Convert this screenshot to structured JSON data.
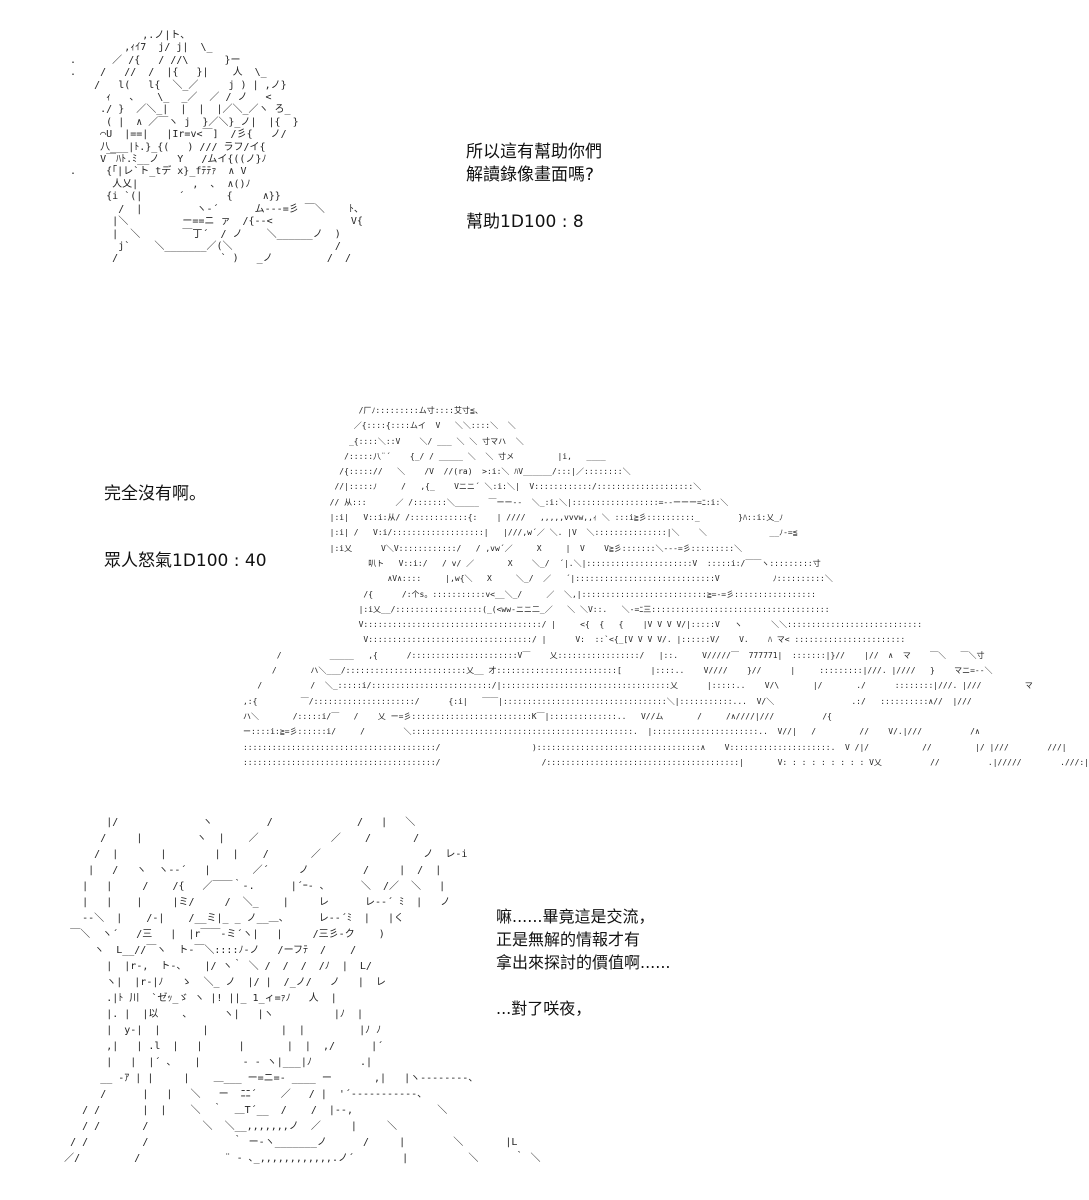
{
  "panel1": {
    "dialog": [
      "所以這有幫助你們",
      "解讀錄像畫面嗎?"
    ],
    "roll": "幫助1D100 : 8",
    "art": [
      "              ,.ノ|ト、",
      "           ,ｨｲ7  j/ j|  \\_",
      "  .      ／ /{   / //\\      }ー",
      "  .    /   //  /  |{   }|    人  \\_",
      "      /   l(   l{  ＼_／     j ) | ,ノ}",
      "        ｨ   、   \\_  _／  ／ / ノ   <",
      "       ./ }  ／＼_|  |  |  |／＼_／ヽ ろ_",
      "        ( |  ∧ ／￣ヽ j  }／＼}_ノ|  |{  }",
      "       ⌒U  |==|   |Ir=v<￣]  /彡{   ノ/",
      "       八___|ﾄ.}_{(   ) /// ラフ/イ{",
      "       V￣ﾊﾄ.ﾐ__ノ   Y   /ムイ{((ノ}ﾉ",
      "  .     {「|レ`ト_tデ x}_fﾃﾃｧ  ∧ V",
      "         人乂|         ,  ､  ∧()ﾉ",
      "        {i `(|      ´       {     ∧}}",
      "          /  |         ヽ-´      ム---=彡 ￣＼    ﾄ、",
      "         |＼         ー==ニ ァ  /{--<             V{",
      "         |  ＼       ￣丁´  / ノ    ＼______ノ  )",
      "          j`    ＼_______／(＼                 /",
      "         /                 ` )   _ノ         /  /"
    ]
  },
  "panel2": {
    "dialog": "完全沒有啊。",
    "roll": "眾人怒氣1D100 : 40",
    "art": [
      "                                   /厂ﾉ:::::::::ム寸::::艾寸≦、",
      "                                  ／{::::{::::ムイ  V   ＼＼::::＼  ＼",
      "                                 _{::::＼::V    ＼/ ___ ＼ ＼ 寸マハ  ＼",
      "                                /:::::八¨´    {_/ / _____ ＼  ＼ 寸メ         |i,   ____",
      "                               /{::::://   ＼    /V  //(ra)  >:i:＼ ﾊV______/:::|／::::::::＼",
      "                              //|:::::ﾉ     /   ,{_    Vニニ´ ＼:i:＼|  V::::::::::::/::::::::::::::::::::＼",
      "                             // 从:::      ／ /:::::::＼_____  ￣ーー--  ＼_:i:＼|::::::::::::::::::=--ーーー=ﾆ:i:＼",
      "                             |:i|   V::i:从/ /::::::::::::{:    | ////   ,,,,,vvvw,,ｨ ＼ :::i≧彡::::::::::_        }ﾊ::i:乂_ﾉ",
      "                             |:i| /   V:i/:::::::::::::::::::|   |///,w´／ ＼. |V  ＼:::::::::::::::|＼    ＼             __ﾉ-=≦",
      "                             |:i乂      V＼V::::::::::::/   / ,vw´／     X     |  V    V≧彡:::::::＼---=彡:::::::::＼",
      "                                     叭ト   V::i:/   / v/ ／       X    ＼_/  ´|.＼|::::::::::::::::::::::V  :::::i:/￣￣ヽ:::::::::寸",
      "                                         ∧V∧::::     |,w{＼   X     ＼_/  ／   ´|:::::::::::::::::::::::::::::V           ﾉ::::::::::＼",
      "                                    /{      /:个s。:::::::::::v<__＼_/     ／  ＼,|::::::::::::::::::::::::::≧=-=彡:::::::::::::::::",
      "                                   |:i乂__/::::::::::::::::::(_(<ww-ニニ二_／   ＼ ＼V::.   ＼-=ﾆ三:::::::::::::::::::::::::::::::::::::",
      "                                   V:::::::::::::::::::::::::::::::::::::/ |     <{  {   {    |V V V V/|:::::V   ヽ      ＼＼::::::::::::::::::::::::::::",
      "                                    V::::::::::::::::::::::::::::::::::/ |      V:  ::`<{_[V V V V/. |::::::V/    V.    ﾊ マ< :::::::::::::::::::::::",
      "                  /          _____   ,{      /::::::::::::::::::::::V￣    乂:::::::::::::::::/   |::.     V/////￣  777771|  :::::::|}//    |//  ∧  マ    ￣＼   ￣＼寸",
      "                 /       ハ＼___/:::::::::::::::::::::::::乂__ 才:::::::::::::::::::::::::[      |::::..    V////    }//      |     :::::::::|///. |////   }    マニ=--＼",
      "              /          /  ＼_:::::i/:::::::::::::::::::::::::/|:::::::::::::::::::::::::::::::::::乂      |:::::..    V/\\       |/       ./      ::::::::|///. |///         マ",
      "           ,:{         ￣/:::::::::::::::::::::/      {:i|   ￣￣|::::::::::::::::::::::::::::::::::＼|:::::::::::...  V/＼                .:/   ::::::::::∧//  |///",
      "           ハ＼       /:::::i/￣   /    乂 ー=彡:::::::::::::::::::::::::K￣|::::::::::::::..   V//ム       /     /∧////|///          /{",
      "           ー::::i:≧=彡::::::i/     /        ＼::::::::::::::::::::::::::::::::::::::::::::::.  |::::::::::::::::::::::..  V//|   /         //    V/.|///          /∧",
      "           ::::::::::::::::::::::::::::::::::::::::/                   )::::::::::::::::::::::::::::::::::∧    V:::::::::::::::::::::.  V /|/           //         |/ |///        ///|",
      "           ::::::::::::::::::::::::::::::::::::::::/                     /::::::::::::::::::::::::::::::::::::::::|       V: : : : : : : : : V乂          //          .|/////        .///:|"
    ]
  },
  "panel3": {
    "dialog": [
      "嘛......畢竟這是交流，",
      "正是無解的情報才有",
      "拿出來探討的價值啊......"
    ],
    "dialog2": "...對了咲夜，",
    "art": [
      "           |/              ヽ         /              /   |   ＼",
      "          /     |         ヽ  |    ／            ／    /       /",
      "         /  |       |        |  |    /       ／                 ノ  レ-i",
      "        |   /   ヽ  ヽ--´   |       ／´     ノ         /     |  /  |",
      "       |   |     /    /{   ／￣￣｀-.      |´ｰ- ､      ＼  /／  ＼   |",
      "       |   |    |     |ミ/     /  ＼_    |     レ      レ--´ ﾐ  |   ノ",
      "       --＼  |    /-|    /__ミ|_ _ ノ__＿、     レ--´ﾐ  |   |く",
      "     ￣＼  ヽ´   /三   |  |r￣￣-ミ´ヽ|   |     /三彡-ク    )",
      "         ヽ  L__//￣ヽ  ト-￣＼::::ﾉ-ノ   /ーフﾃ  /    /",
      "           |  |r-,  ト-、   |/ ヽ｀ ＼ /  /  /  /ﾉ  |  L/",
      "           ヽ|  |r-|ﾉ   ゝ  ＼_ ノ  |/ |  /_ノ/   ノ   |  レ",
      "           .|ﾄ 川  `ゼｯ_ゞ ヽ |! ||_ 1_ィ=ｧﾉ   人  |",
      "           |. |  |以    ､      ヽ|   |ヽ          |ﾉ  |",
      "           |  y-|  |       |            |  |         |ﾉ ﾉ",
      "           ,|   | .l  |   |      |       |  |  ,/      |´",
      "           |   |  |´ 、   |       ‐ - ヽ|___|ﾉ        .|",
      "          __ -ｱ | |     |    ＿___ ー=ニ=- ____ ー       ,|   |ヽ--------、",
      "          /      |   |   ＼   ー  ﾆﾆ´    ／   / |  '´-----------、",
      "       / /       |  |    ＼  ｀  ＿T´__  /    /  |--,              ＼",
      "       / /       /         ＼  ＼__,,,,,,,ノ  ／     |     ＼",
      "     / /         /              ｀ ー-ヽ_______ノ      /     |        ＼       |L",
      "    ／/         /              ¨ - ､_,,,,,,,,,,,,.ノ´        |          ＼      ｀ ＼"
    ]
  }
}
